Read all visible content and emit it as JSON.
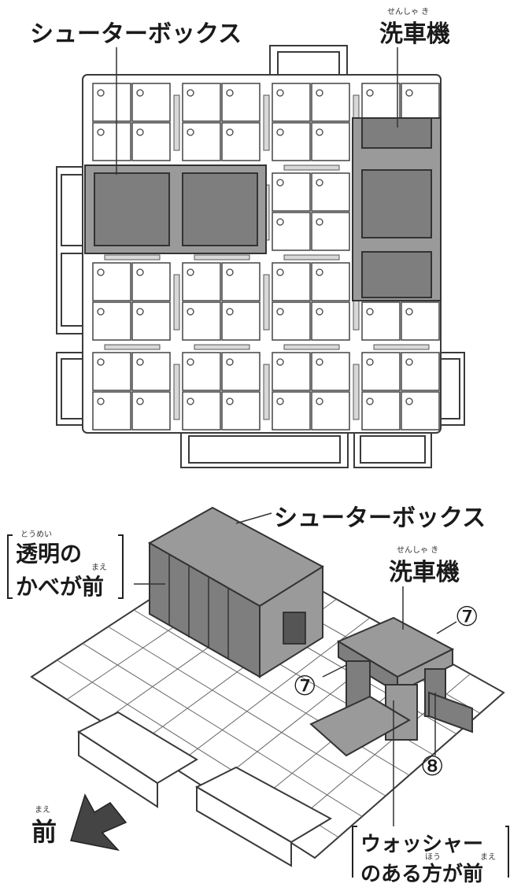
{
  "top_view": {
    "shooter_box_label": "シューターボックス",
    "car_wash_label": "洗車機",
    "car_wash_ruby": "せんしゃ き"
  },
  "bottom_view": {
    "shooter_box_label": "シューターボックス",
    "car_wash_label": "洗車機",
    "car_wash_ruby": "せんしゃ き",
    "transparent_wall_line1": "透明の",
    "transparent_wall_line1_ruby": "とうめい",
    "transparent_wall_line2": "かべが前",
    "transparent_wall_line2_ruby": "まえ",
    "part_7_a": "⑦",
    "part_7_b": "⑦",
    "part_8": "⑧",
    "front_label": "前",
    "front_ruby": "まえ",
    "washer_line1": "ウォッシャー",
    "washer_line2": "のある方が前",
    "washer_line2_ruby_hou": "ほう",
    "washer_line2_ruby_mae": "まえ"
  }
}
